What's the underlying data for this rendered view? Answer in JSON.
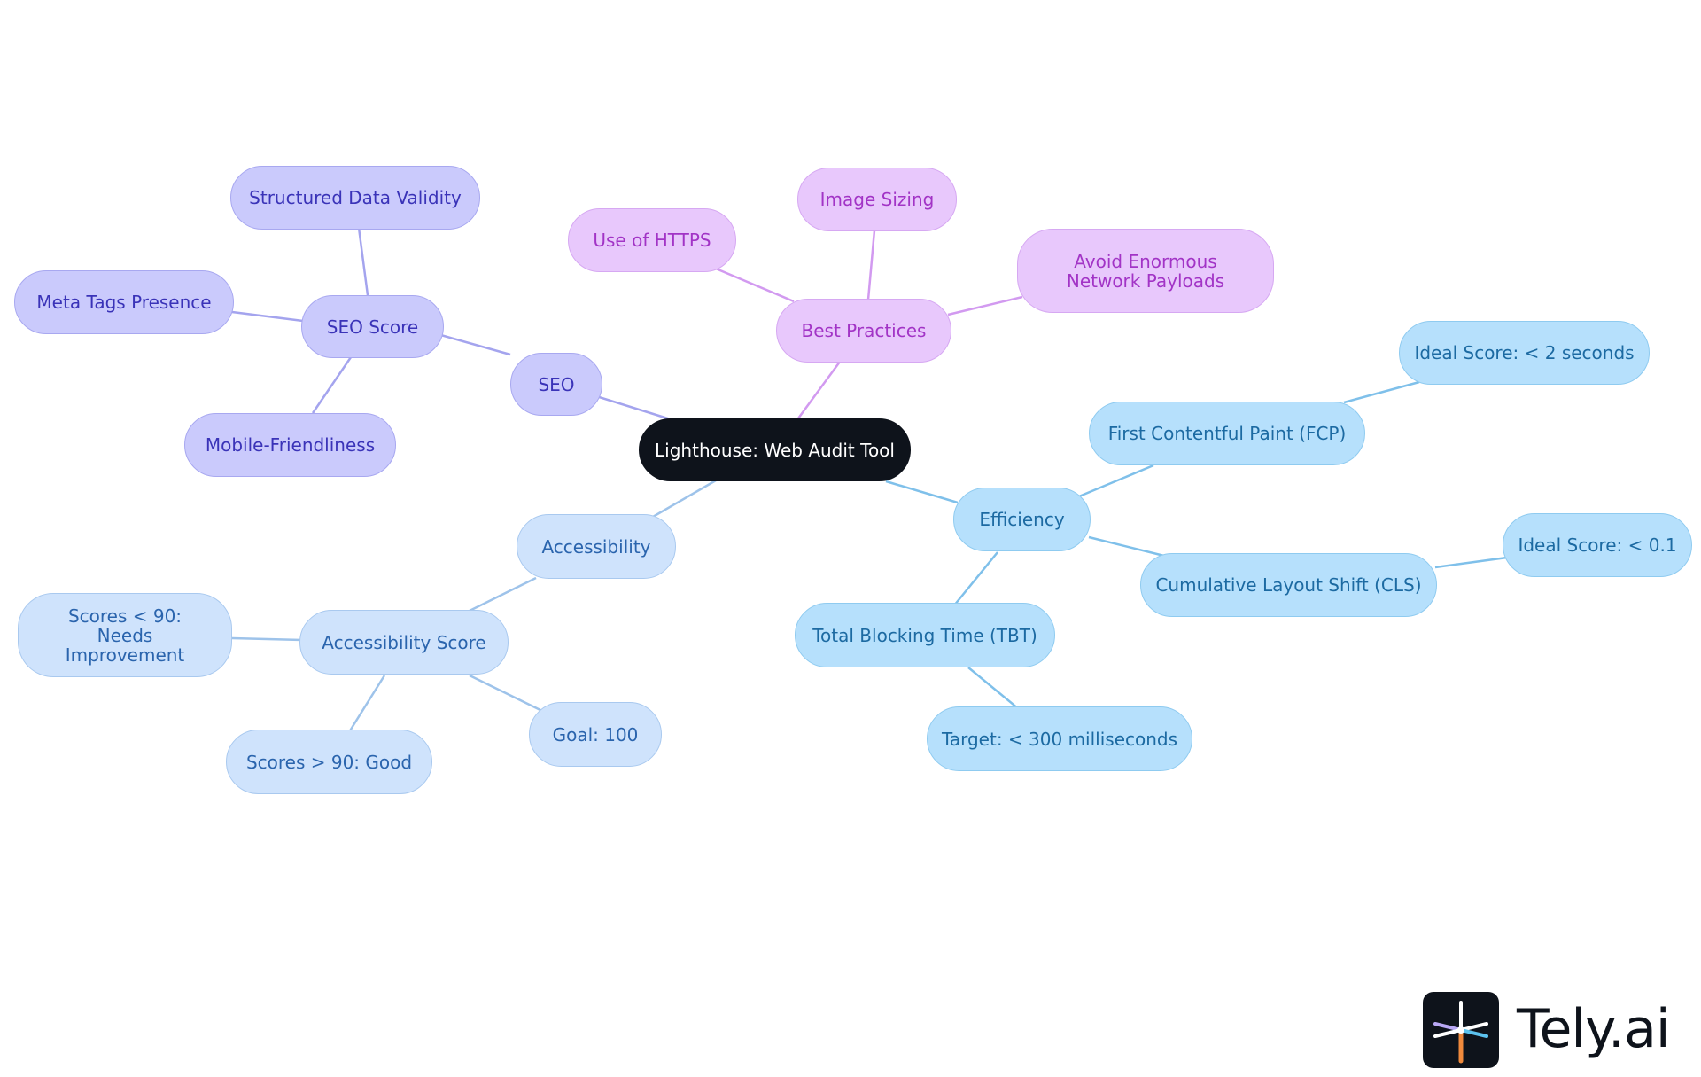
{
  "colors": {
    "seo": "#a4a4ee",
    "best_practices": "#d29af0",
    "efficiency": "#7fc0ea",
    "accessibility": "#9ec3ea"
  },
  "nodes": {
    "root": "Lighthouse: Web Audit Tool",
    "seo": "SEO",
    "seo_score": "SEO Score",
    "structured_data": "Structured Data Validity",
    "meta_tags": "Meta Tags Presence",
    "mobile_friendliness": "Mobile-Friendliness",
    "best_practices": "Best Practices",
    "use_https": "Use of HTTPS",
    "image_sizing": "Image Sizing",
    "network_payloads": "Avoid Enormous Network Payloads",
    "efficiency": "Efficiency",
    "fcp": "First Contentful Paint (FCP)",
    "fcp_ideal": "Ideal Score: < 2 seconds",
    "cls": "Cumulative Layout Shift (CLS)",
    "cls_ideal": "Ideal Score: < 0.1",
    "tbt": "Total Blocking Time (TBT)",
    "tbt_target": "Target: < 300 milliseconds",
    "accessibility": "Accessibility",
    "accessibility_score": "Accessibility Score",
    "needs_improvement": "Scores < 90: Needs Improvement",
    "goal": "Goal: 100",
    "good": "Scores > 90: Good"
  },
  "logo": {
    "text": "Tely.ai",
    "icon": "tely-spark-icon"
  }
}
